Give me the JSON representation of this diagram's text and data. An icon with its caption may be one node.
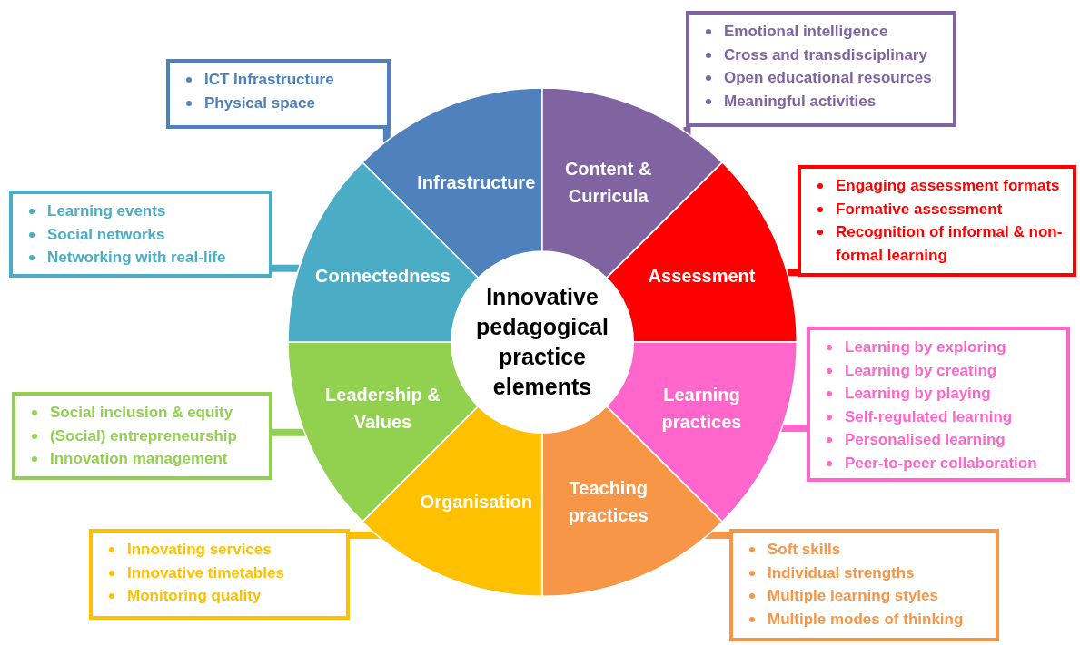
{
  "diagram": {
    "nodes": [
      {
        "text": [
          "Innovative pedagogical practice elements"
        ]
      },
      {
        "text": [
          "Infrastructure"
        ]
      },
      {
        "text": [
          "Content & Curricula"
        ]
      },
      {
        "text": [
          "Assessment"
        ]
      },
      {
        "text": [
          "Learning practices"
        ]
      },
      {
        "text": [
          "Teaching practices"
        ]
      },
      {
        "text": [
          "Organisation"
        ]
      },
      {
        "text": [
          "Leadership & Values"
        ]
      },
      {
        "text": [
          "Connectedness"
        ]
      },
      {
        "text": [
          "ICT Infrastructure",
          "Physical space"
        ]
      },
      {
        "text": [
          "Emotional intelligence",
          "Cross and transdisciplinary",
          "Open educational resources",
          "Meaningful activities"
        ]
      },
      {
        "text": [
          "Engaging assessment formats",
          "Formative assessment",
          "Recognition of informal & non-formal learning"
        ]
      },
      {
        "text": [
          "Learning by exploring",
          "Learning by creating",
          "Learning by playing",
          "Self-regulated learning",
          "Personalised learning",
          "Peer-to-peer collaboration"
        ]
      },
      {
        "text": [
          "Soft skills",
          "Individual strengths",
          "Multiple learning styles",
          "Multiple modes of thinking"
        ]
      },
      {
        "text": [
          "Innovating services",
          "Innovative timetables",
          "Monitoring quality"
        ]
      },
      {
        "text": [
          "Social inclusion & equity",
          "(Social) entrepreneurship",
          "Innovation management"
        ]
      },
      {
        "text": [
          "Learning events",
          "Social networks",
          "Networking with real-life"
        ]
      }
    ],
    "edges": [
      {
        "from": 9,
        "to": 1,
        "arrow": "none",
        "color": "#4f81bd"
      },
      {
        "from": 10,
        "to": 2,
        "arrow": "none",
        "color": "#8064a2"
      },
      {
        "from": 11,
        "to": 3,
        "arrow": "none",
        "color": "#ff0000"
      },
      {
        "from": 12,
        "to": 4,
        "arrow": "none",
        "color": "#ff66cc"
      },
      {
        "from": 13,
        "to": 5,
        "arrow": "none",
        "color": "#f79646"
      },
      {
        "from": 14,
        "to": 6,
        "arrow": "none",
        "color": "#ffc000"
      },
      {
        "from": 15,
        "to": 7,
        "arrow": "none",
        "color": "#92d050"
      },
      {
        "from": 16,
        "to": 8,
        "arrow": "none",
        "color": "#4bacc6"
      }
    ]
  }
}
